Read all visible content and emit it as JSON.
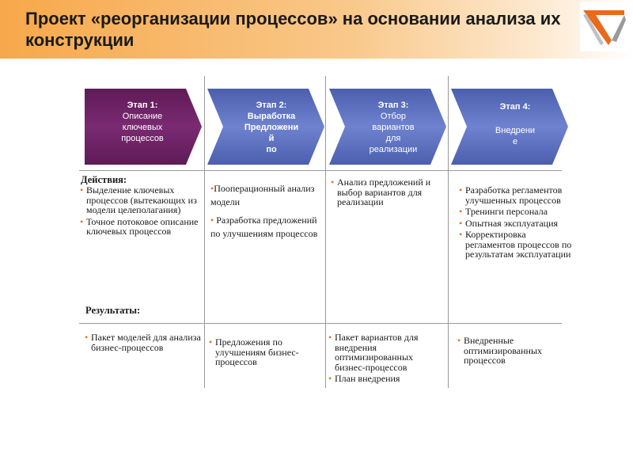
{
  "title": "Проект «реорганизации процессов» на основании анализа их конструкции",
  "stages": [
    {
      "line1": "Этап 1:",
      "lines": [
        "Описание",
        "ключевых",
        "процессов"
      ]
    },
    {
      "line1": "Этап 2:",
      "lines": [
        "Выработка",
        "Предложени",
        "й",
        "по"
      ]
    },
    {
      "line1": "Этап 3:",
      "lines": [
        "Отбор",
        "вариантов",
        "для",
        "реализации"
      ]
    },
    {
      "line1": "Этап 4:",
      "lines": [
        "Внедрени",
        "е"
      ]
    }
  ],
  "labels": {
    "actions": "Действия:",
    "results": "Результаты:"
  },
  "actions": [
    [
      "Выделение ключевых процессов (вытекающих из модели целеполагания)",
      "Точное потоковое описание ключевых процессов"
    ],
    [
      "Пооперационный анализ модели",
      "Разработка предложений по улучшениям процессов"
    ],
    [
      "Анализ предложений и выбор вариантов для реализации"
    ],
    [
      "Разработка регламентов улучшенных процессов",
      "Тренинги персонала",
      "Опытная эксплуатация",
      "Корректировка регламентов процессов по результатам эксплуатации"
    ]
  ],
  "results": [
    [
      "Пакет моделей для анализа бизнес-процессов"
    ],
    [
      "Предложения по улучшениям бизнес-процессов"
    ],
    [
      "Пакет вариантов для внедрения оптимизированных бизнес-процессов",
      "План внедрения"
    ],
    [
      "Внедренные оптимизированных процессов"
    ]
  ]
}
